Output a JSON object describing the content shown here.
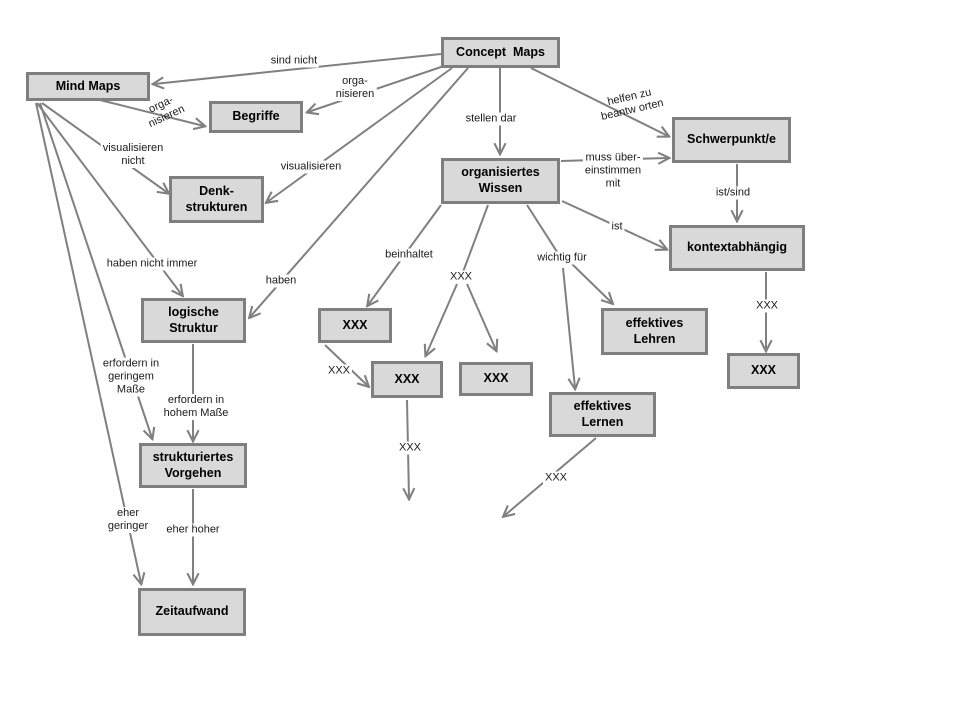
{
  "diagram": {
    "type": "concept-map",
    "language": "de",
    "colors": {
      "background": "#ffffff",
      "node_fill": "#d9d9d9",
      "node_border": "#7f7f7f",
      "edge": "#808080",
      "text": "#000000"
    },
    "nodes": {
      "concept_maps": "Concept  Maps",
      "mind_maps": "Mind Maps",
      "begriffe": "Begriffe",
      "denk_strukturen": "Denk-\nstrukturen",
      "schwerpunkte": "Schwerpunkt/e",
      "organisiertes_wissen": "organisiertes\nWissen",
      "kontextabhaengig": "kontextabhängig",
      "logische_struktur": "logische\nStruktur",
      "xxx_1": "XXX",
      "xxx_2": "XXX",
      "xxx_3": "XXX",
      "effektives_lehren": "effektives\nLehren",
      "effektives_lernen": "effektives\nLernen",
      "xxx_rechts": "XXX",
      "strukturiertes_vorgehen": "strukturiertes\nVorgehen",
      "zeitaufwand": "Zeitaufwand"
    },
    "edge_labels": {
      "sind_nicht": "sind nicht",
      "organisieren_cm": "orga-\nnisieren",
      "organisieren_mm": "orga-\nnisieren",
      "visualisieren_nicht": "visualisieren\nnicht",
      "visualisieren": "visualisieren",
      "stellen_dar": "stellen dar",
      "helfen_zu": "helfen zu\nbeantw orten",
      "muss_uebereinstimmen": "muss über-\neinstimmen\nmit",
      "ist_sind": "ist/sind",
      "ist": "ist",
      "haben_nicht_immer": "haben nicht immer",
      "haben": "haben",
      "beinhaltet": "beinhaltet",
      "wichtig_fuer": "wichtig für",
      "xxx_fork": "XXX",
      "xxx_1_2": "XXX",
      "xxx_unten": "XXX",
      "xxx_lernen": "XXX",
      "xxx_kontext": "XXX",
      "erfordern_geringem": "erfordern in\ngeringem\nMaße",
      "erfordern_hohem": "erfordern in\nhohem Maße",
      "eher_geringer": "eher\ngeringer",
      "eher_hoher": "eher hoher"
    }
  }
}
